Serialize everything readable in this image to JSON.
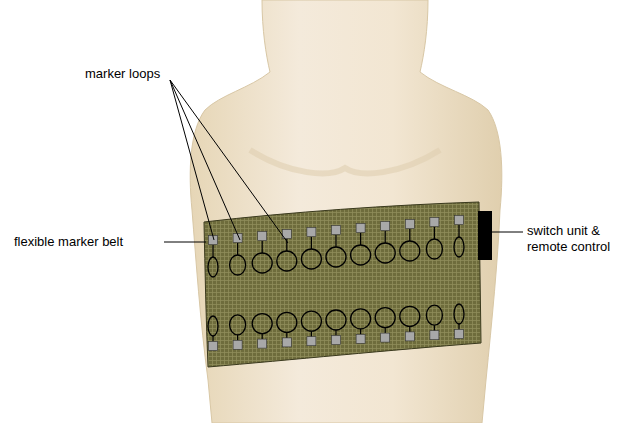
{
  "diagram": {
    "labels": [
      "marker loops",
      "flexible marker belt",
      "switch unit & remote control"
    ]
  }
}
